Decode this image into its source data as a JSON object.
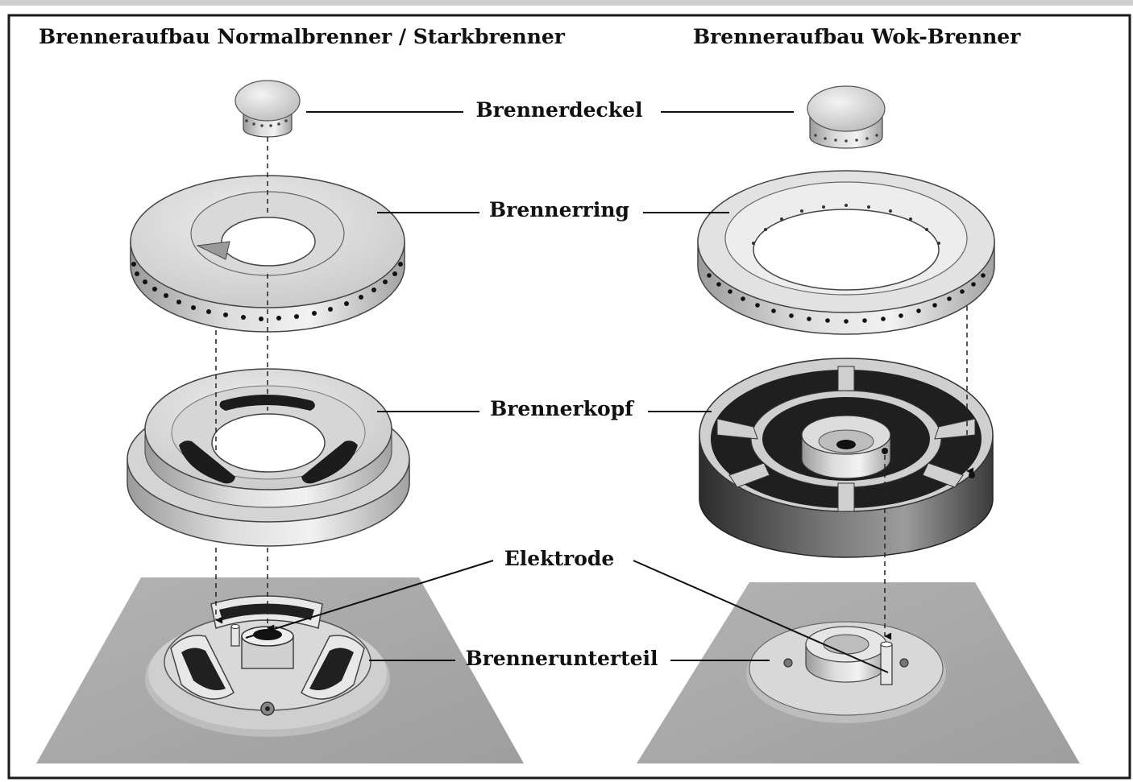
{
  "titles": {
    "left": "Brenneraufbau Normalbrenner / Starkbrenner",
    "right": "Brenneraufbau Wok-Brenner"
  },
  "labels": {
    "cap": "Brennerdeckel",
    "ring": "Brennerring",
    "head": "Brennerkopf",
    "electrode": "Elektrode",
    "base": "Brennerunterteil"
  },
  "colors": {
    "frame": "#1a1a1a",
    "topbar": "#cccccc",
    "plate": "#a9a9a9",
    "metal_light": "#e4e4e4",
    "metal_mid": "#c8c8c8",
    "dark": "#2b2b2b"
  }
}
